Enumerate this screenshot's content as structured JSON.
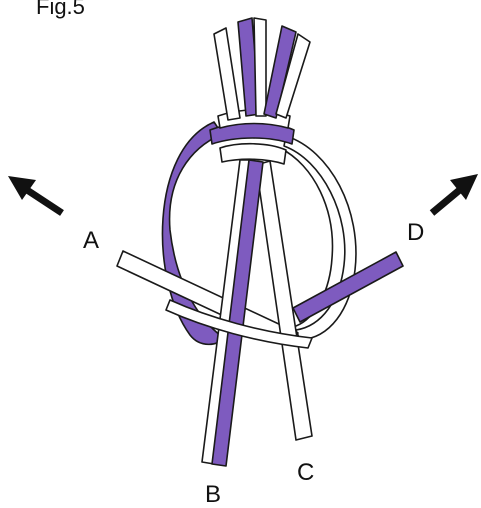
{
  "figure": {
    "title": "Fig.5"
  },
  "labels": {
    "a": "A",
    "b": "B",
    "c": "C",
    "d": "D"
  },
  "colors": {
    "purple_strand": "#7e5bbf",
    "white_strand": "#ffffff",
    "outline": "#1a1a1a",
    "arrow": "#111111"
  },
  "icons": {
    "left_arrow": "arrow-up-left-icon",
    "right_arrow": "arrow-up-right-icon"
  }
}
